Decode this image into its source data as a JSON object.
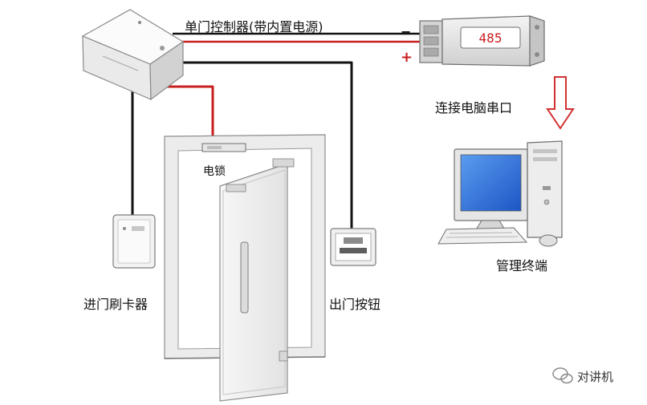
{
  "labels": {
    "controller": "单门控制器(带内置电源)",
    "minus": "−",
    "plus": "+",
    "adapter_display": "485",
    "serial_link": "连接电脑串口",
    "electric_lock": "电锁",
    "card_reader": "进门刷卡器",
    "exit_button": "出门按钮",
    "terminal": "管理终端",
    "watermark": "对讲机"
  },
  "colors": {
    "wire_black": "#111111",
    "wire_red": "#c81e1e",
    "arrow_red": "#d23030",
    "screen_blue": "#2f6fd6"
  }
}
